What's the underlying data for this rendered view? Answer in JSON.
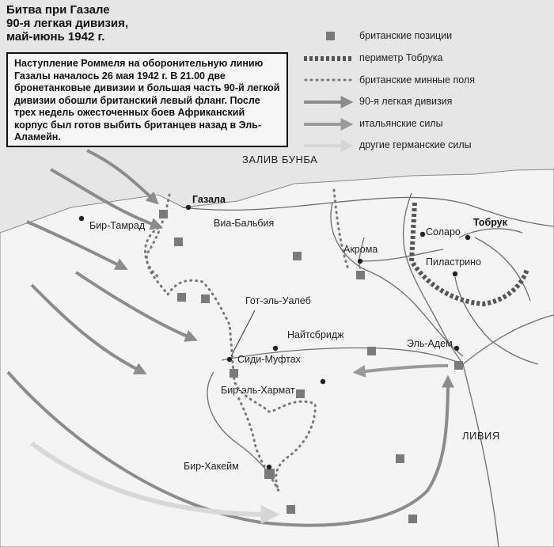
{
  "title_lines": "Битва при Газале\n90-я легкая дивизия,\nмай-июнь 1942 г.",
  "infobox_text": "Наступление Роммеля на оборонительную линию Газалы началось 26 мая 1942 г. В 21.00 две бронетанковые дивизии и большая часть 90-й легкой дивизии обошли британский левый фланг. После трех недель ожесточенных боев Африканский корпус был готов выбить британцев назад в Эль-Аламейн.",
  "legend": {
    "british_positions": "британские позиции",
    "tobruk_perimeter": "периметр Тобрука",
    "minefields": "британские минные поля",
    "light_division": "90-я легкая дивизия",
    "italian_forces": "итальянские силы",
    "other_german": "другие германские силы"
  },
  "regions": {
    "bomba_gulf": "ЗАЛИВ БУНБА",
    "libya": "ЛИВИЯ"
  },
  "places": {
    "gazala": "Газала",
    "tobruk": "Тобрук",
    "bir_tamrad": "Бир-Тамрад",
    "via_balbia": "Виа-Бальбия",
    "solaro": "Соларо",
    "acroma": "Акрома",
    "pilastrino": "Пиластрино",
    "got_el_ualeb": "Гот-эль-Уалеб",
    "knightsbridge": "Найтсбридж",
    "el_adem": "Эль-Адем",
    "sidi_muftah": "Сиди-Муфтах",
    "bir_el_harmat": "Бир-эль-Хармат",
    "bir_hakeim": "Бир-Хакейм"
  },
  "colors": {
    "british": "#7a7a7a",
    "perimeter": "#555555",
    "minefield": "#777777",
    "light_division_arrow": "#8c8c8c",
    "italian_arrow": "#9a9a9a",
    "german_arrow": "#d2d2d2",
    "sea": "#e6e6e6",
    "land": "#f4f4f4"
  }
}
